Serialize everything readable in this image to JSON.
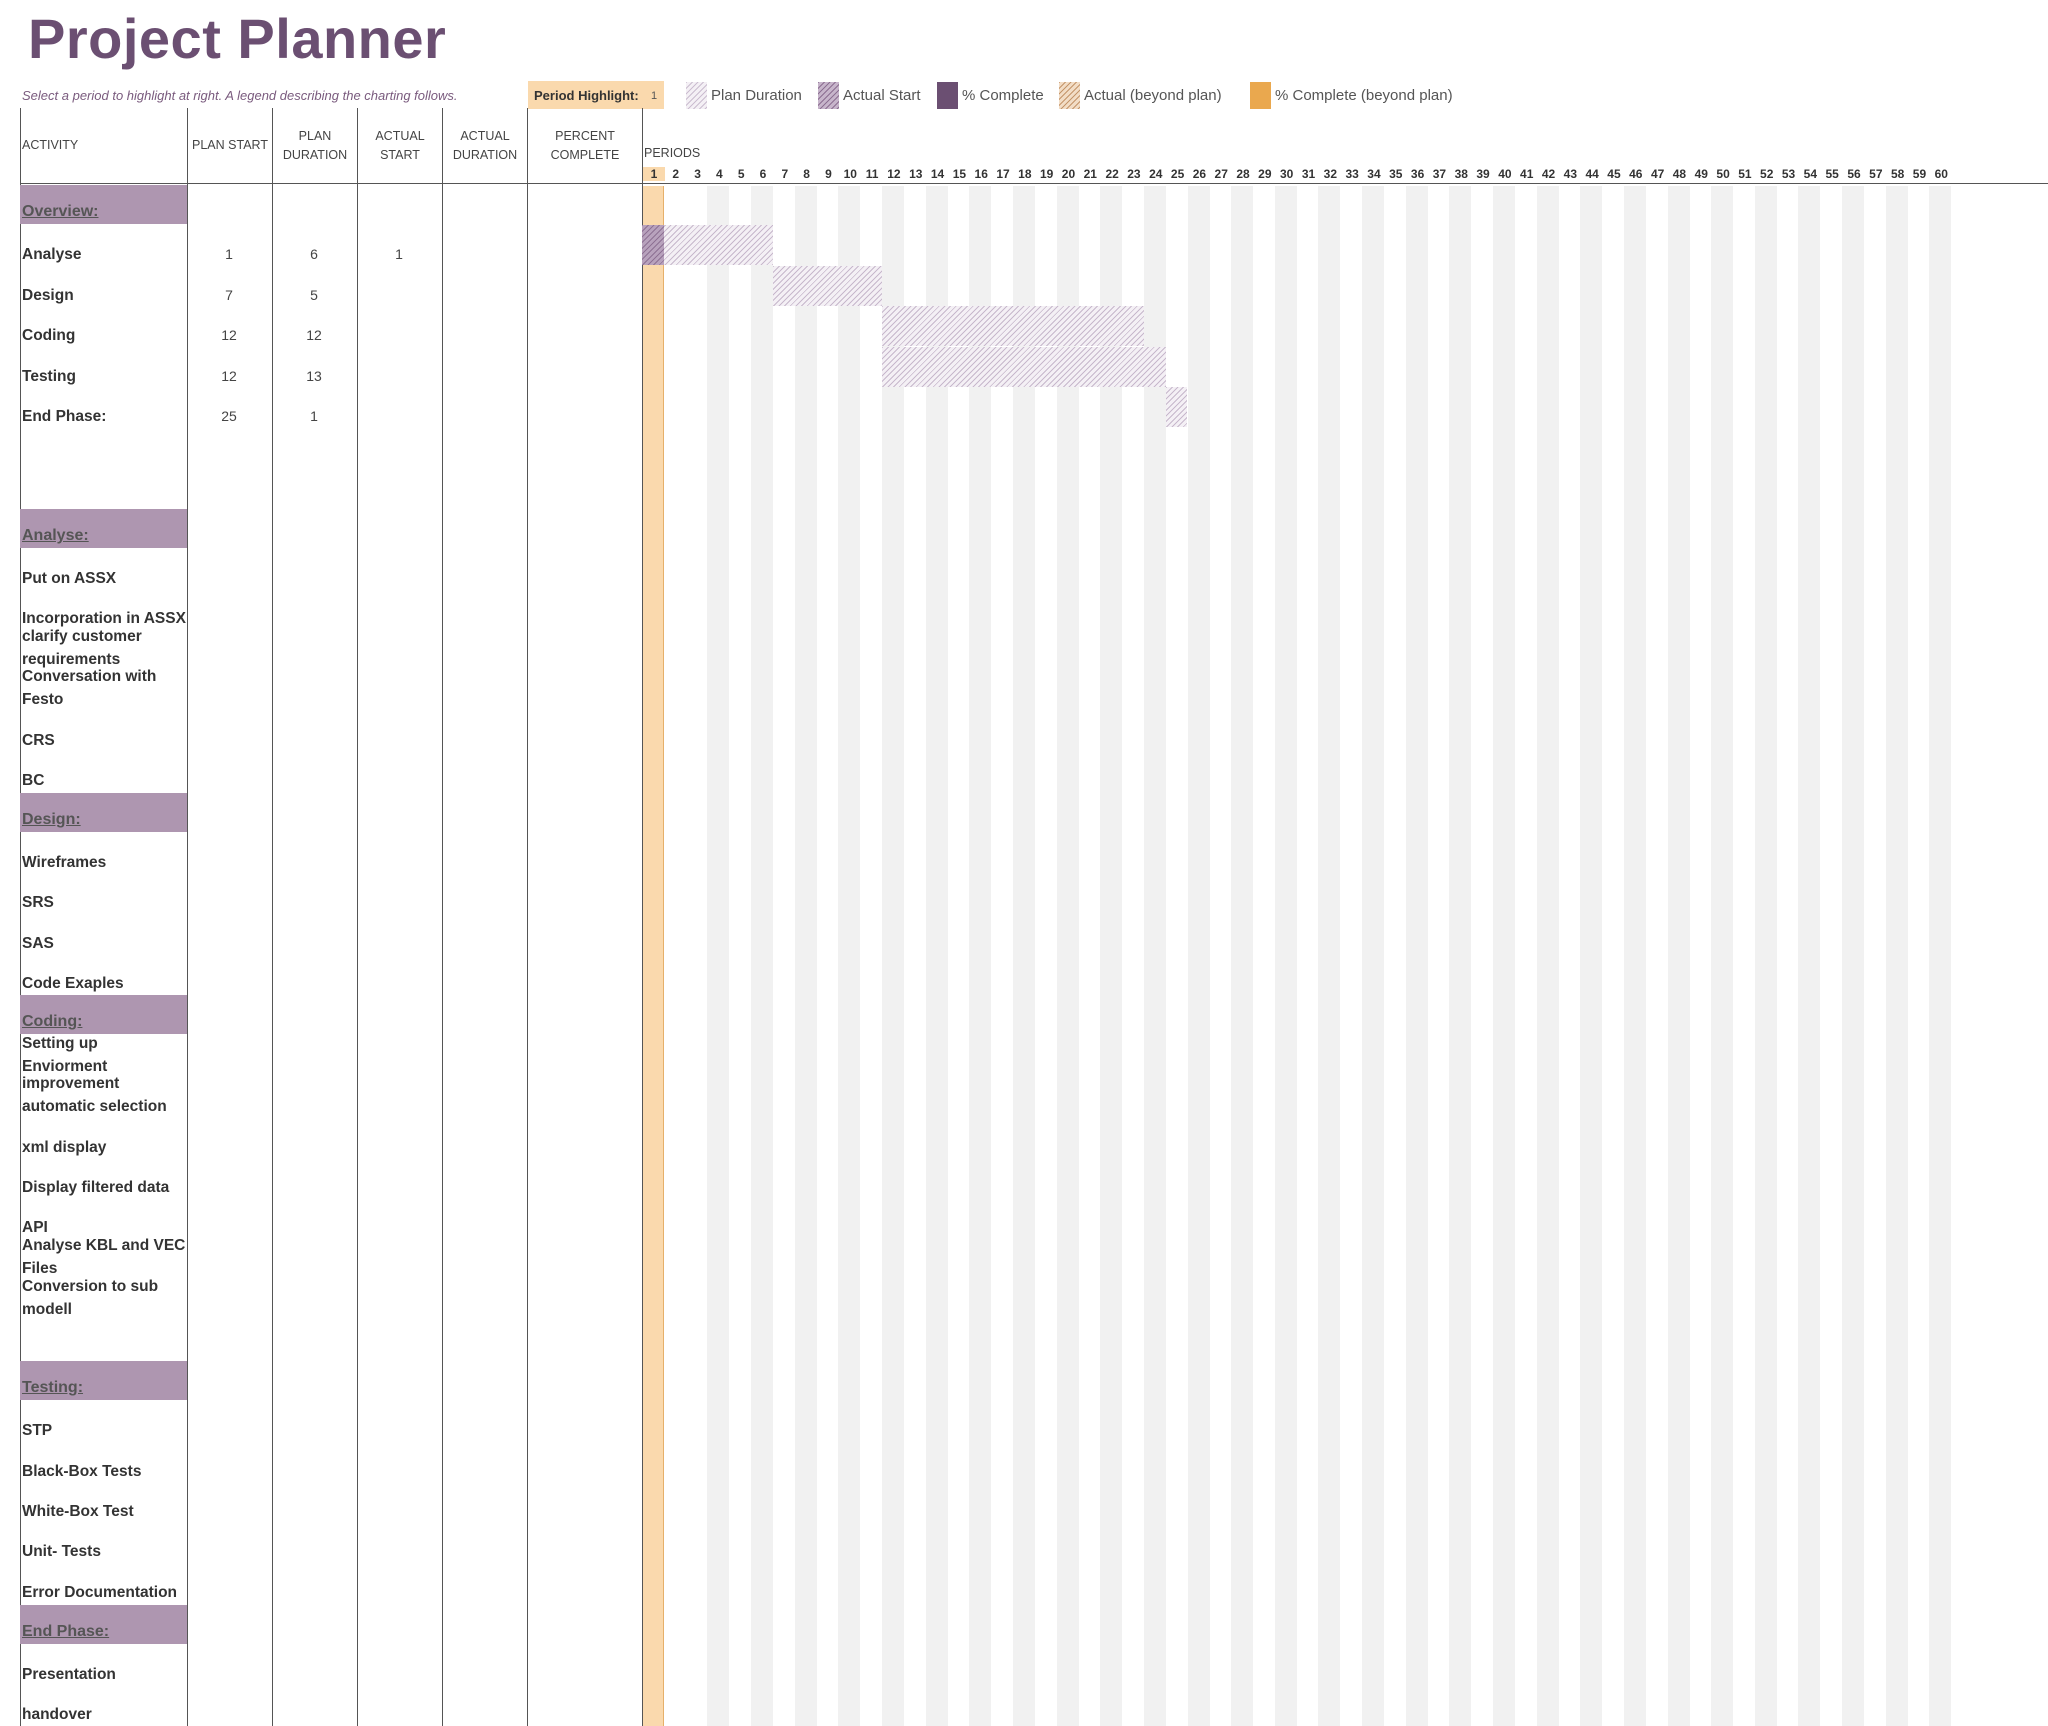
{
  "title": "Project Planner",
  "subtitle": "Select a period to highlight at right.  A legend describing the charting follows.",
  "period_highlight": {
    "label": "Period Highlight:",
    "value": "1"
  },
  "legend": {
    "plan_duration": "Plan Duration",
    "actual_start": "Actual Start",
    "percent_complete": "% Complete",
    "actual_beyond": "Actual (beyond plan)",
    "percent_complete_beyond": "% Complete (beyond plan)"
  },
  "columns": {
    "activity": "ACTIVITY",
    "plan_start": "PLAN START",
    "plan_duration_1": "PLAN",
    "plan_duration_2": "DURATION",
    "actual_start_1": "ACTUAL",
    "actual_start_2": "START",
    "actual_duration_1": "ACTUAL",
    "actual_duration_2": "DURATION",
    "percent_complete_1": "PERCENT",
    "percent_complete_2": "COMPLETE",
    "periods": "PERIODS"
  },
  "periods": [
    "1",
    "2",
    "3",
    "4",
    "5",
    "6",
    "7",
    "8",
    "9",
    "10",
    "11",
    "12",
    "13",
    "14",
    "15",
    "16",
    "17",
    "18",
    "19",
    "20",
    "21",
    "22",
    "23",
    "24",
    "25",
    "26",
    "27",
    "28",
    "29",
    "30",
    "31",
    "32",
    "33",
    "34",
    "35",
    "36",
    "37",
    "38",
    "39",
    "40",
    "41",
    "42",
    "43",
    "44",
    "45",
    "46",
    "47",
    "48",
    "49",
    "50",
    "51",
    "52",
    "53",
    "54",
    "55",
    "56",
    "57",
    "58",
    "59",
    "60"
  ],
  "highlighted_period": 1,
  "sections": {
    "overview": "Overview:",
    "analyse": "Analyse:",
    "design": "Design:",
    "coding": "Coding:",
    "testing": "Testing:",
    "end_phase": "End Phase:"
  },
  "overview_rows": [
    {
      "activity": "Analyse",
      "plan_start": "1",
      "plan_duration": "6",
      "actual_start": "1"
    },
    {
      "activity": "Design",
      "plan_start": "7",
      "plan_duration": "5",
      "actual_start": ""
    },
    {
      "activity": "Coding",
      "plan_start": "12",
      "plan_duration": "12",
      "actual_start": ""
    },
    {
      "activity": "Testing",
      "plan_start": "12",
      "plan_duration": "13",
      "actual_start": ""
    },
    {
      "activity": "End Phase:",
      "plan_start": "25",
      "plan_duration": "1",
      "actual_start": ""
    }
  ],
  "analyse_rows": [
    "Put on ASSX",
    "Incorporation in ASSX",
    "clarify customer",
    "requirements",
    "Conversation with",
    "Festo",
    "CRS",
    "BC"
  ],
  "design_rows": [
    "Wireframes",
    "SRS",
    "SAS",
    "Code Exaples"
  ],
  "coding_rows": [
    "Setting up",
    "Enviorment",
    "improvement",
    "automatic selection",
    "xml display",
    "Display filtered data",
    "API",
    "Analyse KBL and VEC",
    "Files",
    "Conversion to sub",
    "modell"
  ],
  "testing_rows": [
    "STP",
    "Black-Box Tests",
    "White-Box Test",
    "Unit- Tests",
    "Error Documentation"
  ],
  "end_phase_rows": [
    "Presentation",
    "handover"
  ]
}
